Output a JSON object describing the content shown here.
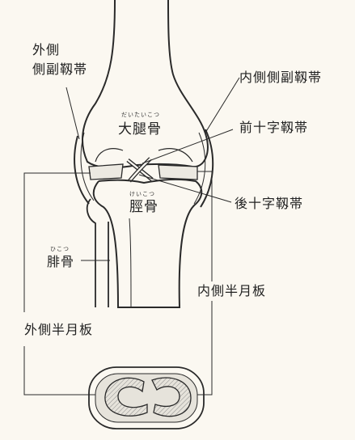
{
  "labels": {
    "lateral_collateral_line1": "外側",
    "lateral_collateral_line2": "側副靱帯",
    "medial_collateral": "内側側副靱帯",
    "femur": "大腿骨",
    "femur_reading": "だいたいこつ",
    "acl": "前十字靱帯",
    "pcl": "後十字靱帯",
    "tibia": "脛骨",
    "tibia_reading": "けいこつ",
    "fibula": "腓骨",
    "fibula_reading": "ひこつ",
    "medial_meniscus": "内側半月板",
    "lateral_meniscus": "外側半月板"
  },
  "colors": {
    "background": "#fbf8f1",
    "line": "#2a2a2a",
    "cartilage_fill": "#e6e3db"
  }
}
